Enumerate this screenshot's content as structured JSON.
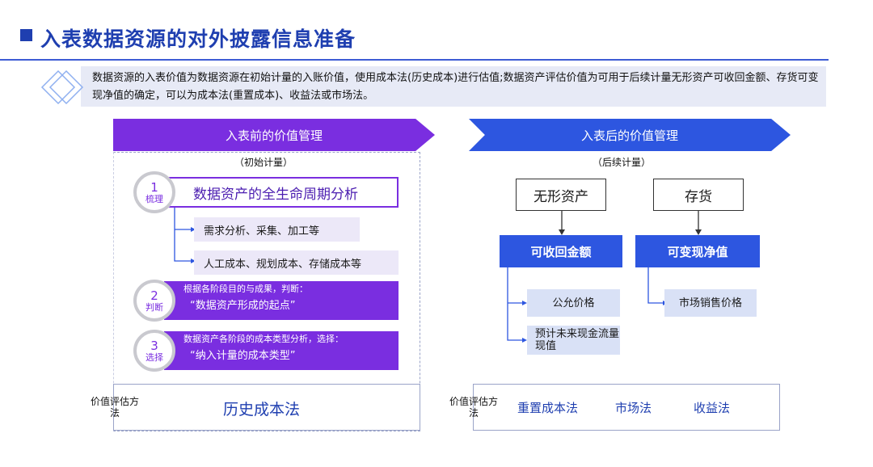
{
  "title": "入表数据资源的对外披露信息准备",
  "intro": "数据资源的入表价值为数据资源在初始计量的入账价值，使用成本法(历史成本)进行估值;数据资产评估价值为可用于后续计量无形资产可收回金额、存货可变现净值的确定，可以为成本法(重置成本)、收益法或市场法。",
  "left": {
    "banner": "入表前的价值管理",
    "paren": "（初始计量）",
    "step1": {
      "num": "1",
      "label": "梳理",
      "title": "数据资产的全生命周期分析",
      "subs": [
        "需求分析、采集、加工等",
        "人工成本、规划成本、存储成本等"
      ]
    },
    "step2": {
      "num": "2",
      "label": "判断",
      "line1": "根据各阶段目的与成果，判断：",
      "line2": "“数据资产形成的起点”"
    },
    "step3": {
      "num": "3",
      "label": "选择",
      "line1": "数据资产各阶段的成本类型分析，选择：",
      "line2": "“纳入计量的成本类型”"
    },
    "method_label": "价值评估方法",
    "method": "历史成本法"
  },
  "right": {
    "banner": "入表后的价值管理",
    "paren": "（后续计量）",
    "col1": {
      "top": "无形资产",
      "blue": "可收回金额",
      "items": [
        "公允价格",
        "预计未来现金流量现值"
      ]
    },
    "col2": {
      "top": "存货",
      "blue": "可变现净值",
      "items": [
        "市场销售价格"
      ]
    },
    "method_label": "价值评估方法",
    "methods": [
      "重置成本法",
      "市场法",
      "收益法"
    ]
  },
  "colors": {
    "primary_blue": "#1f3fb0",
    "purple": "#7a2ee0",
    "blue": "#2d56e0"
  }
}
